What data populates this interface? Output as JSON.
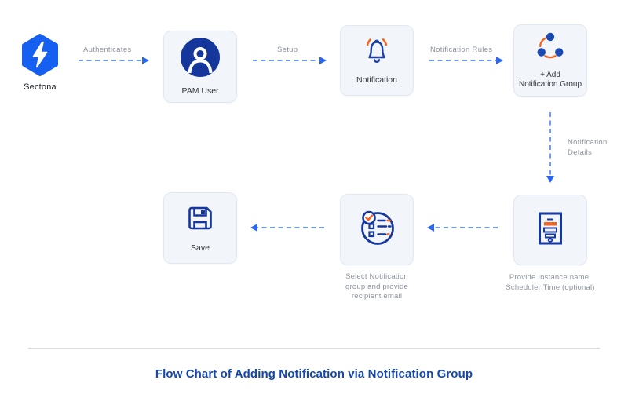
{
  "title": "Flow Chart of Adding Notification via Notification Group",
  "logo": {
    "label": "Sectona",
    "icon": "sectona-hexagon-bolt-icon"
  },
  "nodes": {
    "pam_user": {
      "label": "PAM User",
      "icon": "user-icon"
    },
    "notification": {
      "label": "Notification",
      "icon": "bell-icon"
    },
    "add_group": {
      "line1": "+ Add",
      "line2": "Notification Group",
      "icon": "group-dots-icon"
    },
    "instance": {
      "icon": "form-document-icon",
      "caption1": "Provide Instance name,",
      "caption2": "Scheduler Time (optional)"
    },
    "select_group": {
      "icon": "checklist-circle-icon",
      "caption1": "Select Notification",
      "caption2": "group and provide",
      "caption3": "recipient email"
    },
    "save": {
      "label": "Save",
      "icon": "save-floppy-icon"
    }
  },
  "edges": {
    "authenticates": {
      "label": "Authenticates"
    },
    "setup": {
      "label": "Setup"
    },
    "notification_rules": {
      "label": "Notification Rules"
    },
    "notification_details": {
      "line1": "Notification",
      "line2": "Details"
    }
  },
  "colors": {
    "brand_blue": "#1560f0",
    "icon_navy": "#16379e",
    "accent_orange": "#f4641e",
    "arrow_dash": "#6f9bf5",
    "arrow_head": "#2a66ef",
    "box_bg": "#f2f5fa",
    "box_border": "#e2e8f2",
    "muted_text": "#8d939d",
    "title_blue": "#1448b0"
  }
}
